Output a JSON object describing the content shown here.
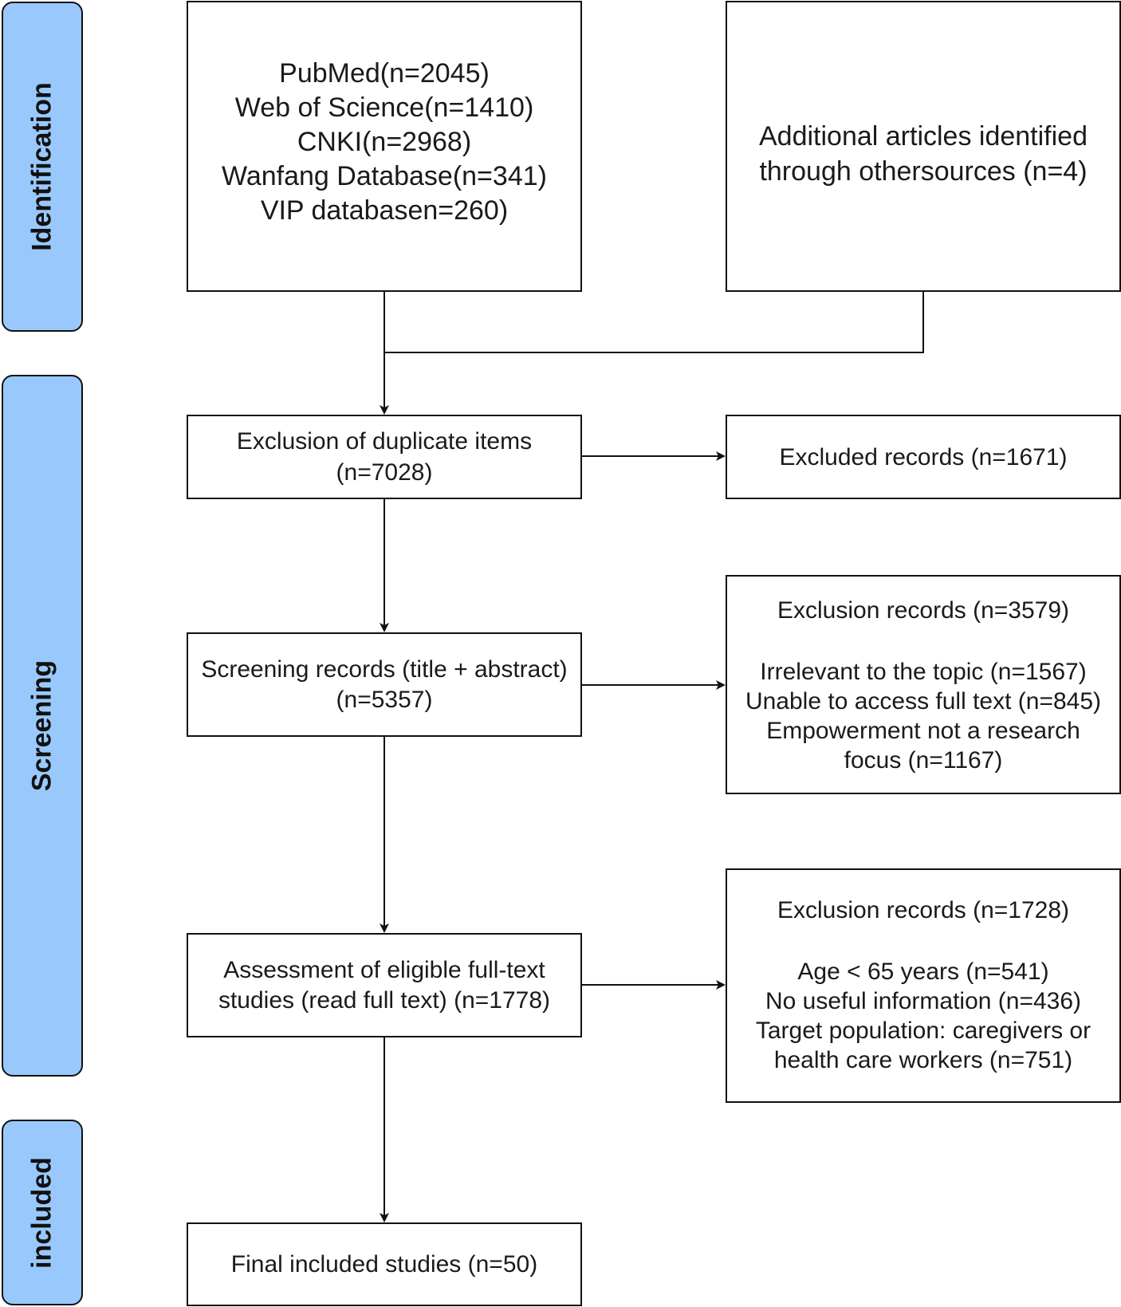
{
  "stages": [
    {
      "id": "identification",
      "label": "Identification"
    },
    {
      "id": "screening",
      "label": "Screening"
    },
    {
      "id": "included",
      "label": "included"
    }
  ],
  "sources": {
    "lines": [
      "PubMed(n=2045)",
      "Web of Science(n=1410)",
      "CNKI(n=2968)",
      "Wanfang Database(n=341)",
      "VIP databasen=260)"
    ]
  },
  "additional": {
    "lines": [
      "Additional articles identified",
      "through othersources (n=4)"
    ]
  },
  "dedup": {
    "lines": [
      "Exclusion of duplicate items",
      "(n=7028)"
    ]
  },
  "excluded_dup": {
    "text": "Excluded records (n=1671)"
  },
  "screening": {
    "lines": [
      "Screening records (title + abstract)",
      "(n=5357)"
    ]
  },
  "excluded_screen": {
    "header": "Exclusion records (n=3579)",
    "lines": [
      "Irrelevant to the topic (n=1567)",
      "Unable to access full text (n=845)",
      "Empowerment not a research",
      "focus (n=1167)"
    ]
  },
  "eligibility": {
    "lines": [
      "Assessment of eligible full-text",
      "studies (read full text) (n=1778)"
    ]
  },
  "excluded_full": {
    "header": "Exclusion records (n=1728)",
    "lines": [
      "Age < 65 years (n=541)",
      "No useful information (n=436)",
      "Target population: caregivers or",
      "health care workers (n=751)"
    ]
  },
  "final": {
    "text": "Final included studies (n=50)"
  },
  "colors": {
    "stage_fill": "#99c9fc",
    "stroke": "#111111"
  }
}
